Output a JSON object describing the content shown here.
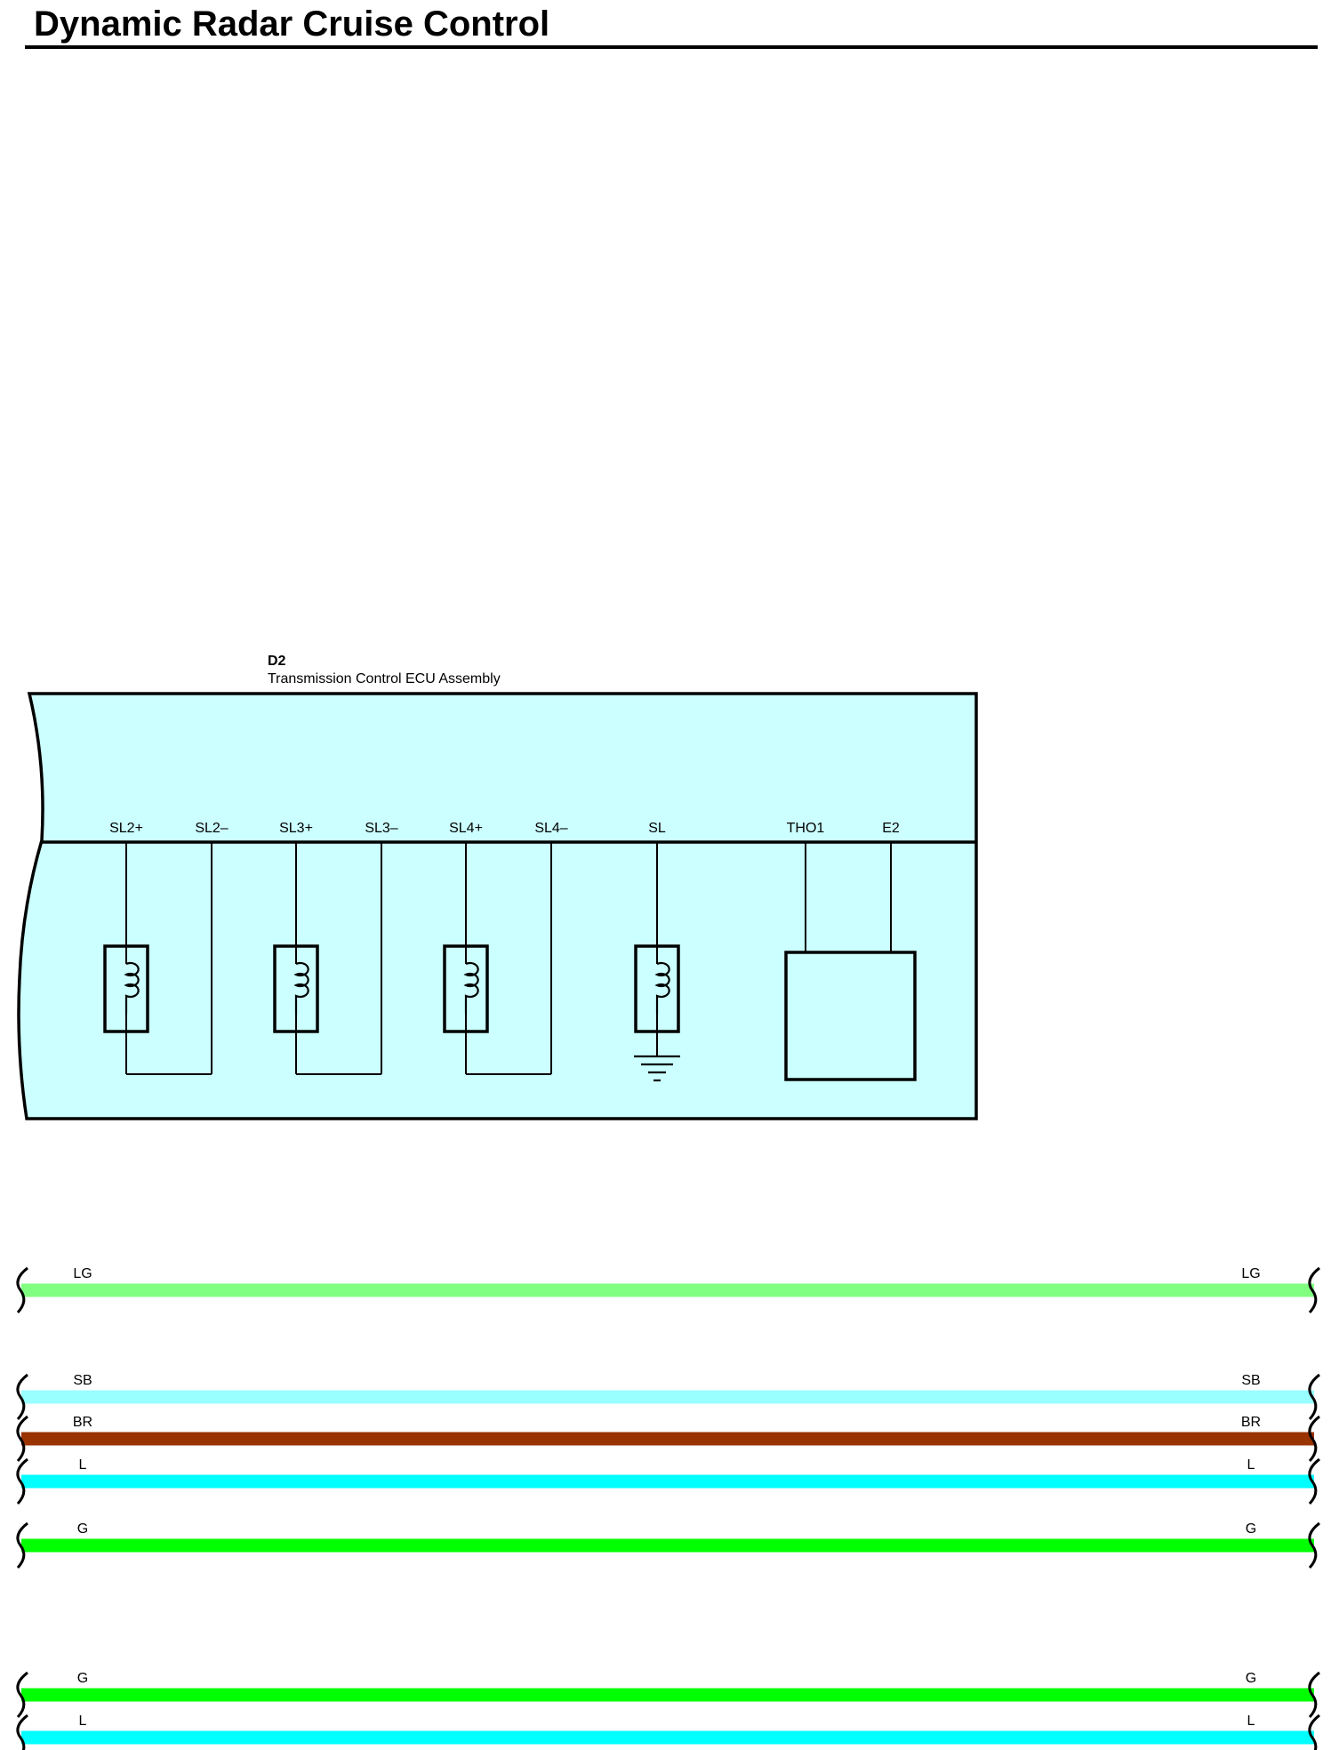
{
  "header": {
    "title": "Dynamic Radar Cruise Control"
  },
  "component": {
    "code": "D2",
    "name": "Transmission Control ECU Assembly",
    "fill_color": "#ccffff",
    "pins": [
      "SL2+",
      "SL2–",
      "SL3+",
      "SL3–",
      "SL4+",
      "SL4–",
      "SL",
      "THO1",
      "E2"
    ]
  },
  "wires": [
    {
      "color_code": "LG",
      "color": "#80ff80"
    },
    {
      "color_code": "SB",
      "color": "#99ffff"
    },
    {
      "color_code": "BR",
      "color": "#993300"
    },
    {
      "color_code": "L",
      "color": "#00ffff"
    },
    {
      "color_code": "G",
      "color": "#00ff00"
    },
    {
      "color_code": "G",
      "color": "#00ff00"
    },
    {
      "color_code": "L",
      "color": "#00ffff"
    }
  ]
}
